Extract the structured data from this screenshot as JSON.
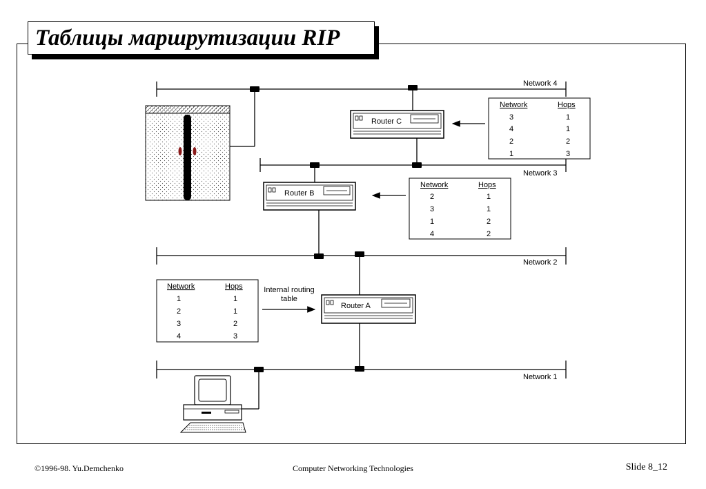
{
  "title": "Таблицы маршрутизации RIP",
  "networks": {
    "n1": "Network 1",
    "n2": "Network 2",
    "n3": "Network 3",
    "n4": "Network 4"
  },
  "routers": {
    "a": "Router A",
    "b": "Router B",
    "c": "Router C"
  },
  "internal_label": [
    "Internal routing",
    "table"
  ],
  "table_headers": {
    "network": "Network",
    "hops": "Hops"
  },
  "tables": {
    "a": [
      [
        "1",
        "1"
      ],
      [
        "2",
        "1"
      ],
      [
        "3",
        "2"
      ],
      [
        "4",
        "3"
      ]
    ],
    "b": [
      [
        "2",
        "1"
      ],
      [
        "3",
        "1"
      ],
      [
        "1",
        "2"
      ],
      [
        "4",
        "2"
      ]
    ],
    "c": [
      [
        "3",
        "1"
      ],
      [
        "4",
        "1"
      ],
      [
        "2",
        "2"
      ],
      [
        "1",
        "3"
      ]
    ]
  },
  "footer": {
    "left": "©1996-98. Yu.Demchenko",
    "center": "Computer Networking Technologies",
    "right": "Slide 8_12"
  },
  "colors": {
    "line": "#000000",
    "connector": "#000000",
    "lock": "#8b1a1a",
    "background": "#ffffff"
  },
  "icons": [
    "router-icon",
    "workstation-icon",
    "firewall-wall-icon",
    "arrow-icon"
  ]
}
